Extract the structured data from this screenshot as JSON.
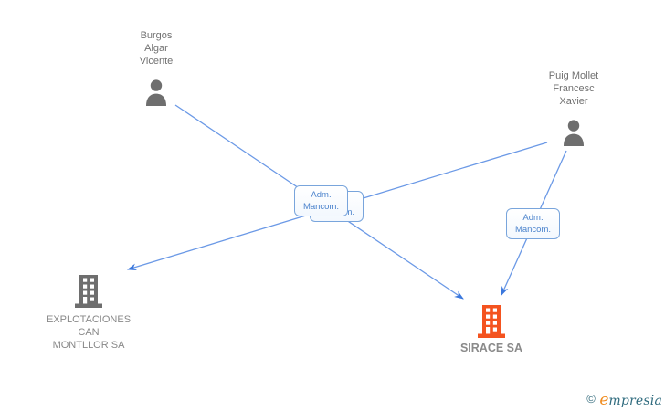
{
  "diagram": {
    "nodes": [
      {
        "id": "burgos-algar-vicente",
        "type": "person",
        "label_lines": [
          "Burgos",
          "Algar",
          "Vicente"
        ]
      },
      {
        "id": "puig-mollet-francesc-xavier",
        "type": "person",
        "label_lines": [
          "Puig Mollet",
          "Francesc",
          "Xavier"
        ]
      },
      {
        "id": "explotaciones-can-montllor-sa",
        "type": "company",
        "label_lines": [
          "EXPLOTACIONES",
          "CAN",
          "MONTLLOR SA"
        ]
      },
      {
        "id": "sirace-sa",
        "type": "company",
        "highlighted": true,
        "label_lines": [
          "SIRACE SA"
        ]
      }
    ],
    "edges": [
      {
        "from": "Burgos Algar Vicente",
        "to": "SIRACE SA",
        "label_lines": [
          "Adm.",
          "Mancom."
        ]
      },
      {
        "from": "Puig Mollet Francesc Xavier",
        "to": "EXPLOTACIONES CAN MONTLLOR SA",
        "label_lines": [
          "Adm.",
          "Mancom."
        ]
      },
      {
        "from": "Puig Mollet Francesc Xavier",
        "to": "SIRACE SA",
        "label_lines": [
          "Adm.",
          "Mancom."
        ]
      }
    ],
    "colors": {
      "edge_line": "#6b99e6",
      "arrowhead": "#3b78dd",
      "label_box_border": "#79a5dc",
      "label_box_text": "#4b83cc",
      "person_icon": "#6e6e6e",
      "company_icon": "#6e6e6e",
      "highlighted_company_icon": "#f4531f",
      "person_label_text": "#717171",
      "company_label_text": "#888888"
    }
  },
  "footer": {
    "copyright_symbol": "©",
    "brand_initial": "e",
    "brand_rest": "mpresia"
  }
}
